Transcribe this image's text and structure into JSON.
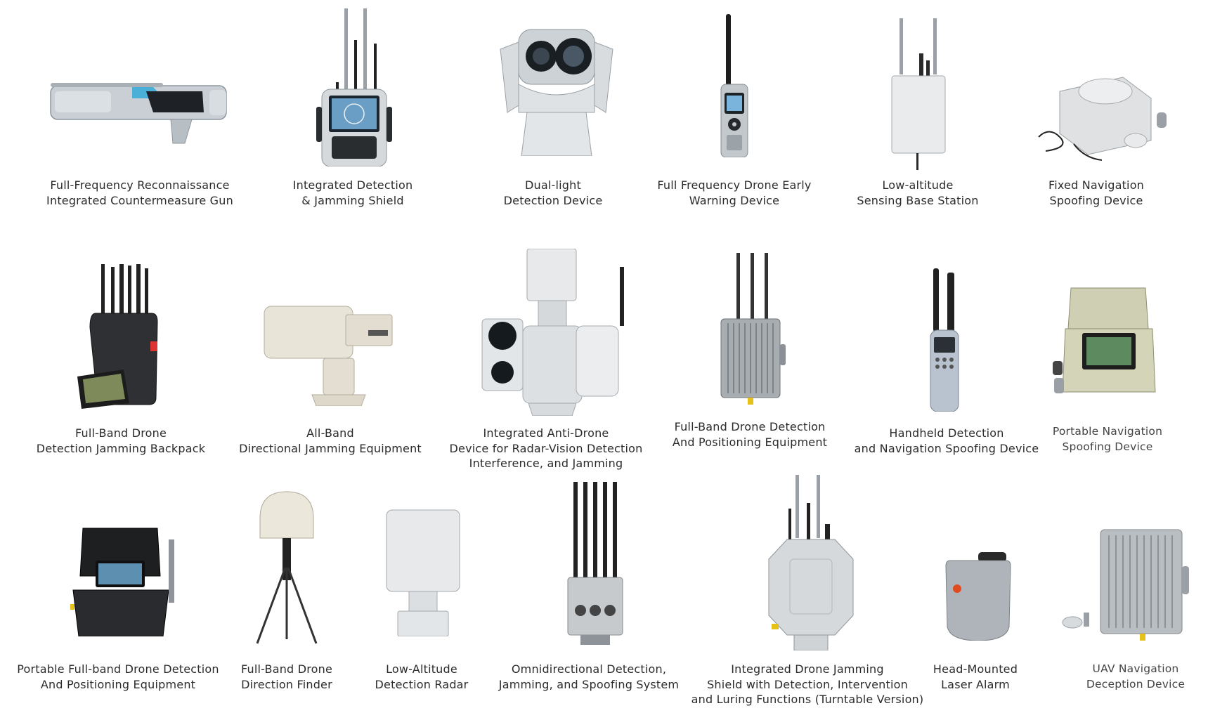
{
  "products": [
    {
      "id": "gun",
      "lines": [
        "Full-Frequency Reconnaissance",
        "Integrated Countermeasure Gun"
      ]
    },
    {
      "id": "shield",
      "lines": [
        "Integrated Detection",
        "& Jamming Shield"
      ]
    },
    {
      "id": "duallight",
      "lines": [
        "Dual-light",
        "Detection Device"
      ]
    },
    {
      "id": "warning",
      "lines": [
        "Full Frequency Drone Early",
        "Warning Device"
      ]
    },
    {
      "id": "basestation",
      "lines": [
        "Low-altitude",
        "Sensing Base Station"
      ]
    },
    {
      "id": "fixednav",
      "lines": [
        "Fixed Navigation",
        "Spoofing Device"
      ]
    },
    {
      "id": "backpack",
      "lines": [
        "Full-Band Drone",
        "Detection Jamming Backpack"
      ]
    },
    {
      "id": "directional",
      "lines": [
        "All-Band",
        "Directional Jamming Equipment"
      ]
    },
    {
      "id": "antidrone",
      "lines": [
        "Integrated Anti-Drone",
        "Device for Radar-Vision Detection",
        "Interference, and Jamming"
      ]
    },
    {
      "id": "positioning",
      "lines": [
        "Full-Band Drone Detection",
        "And Positioning Equipment"
      ]
    },
    {
      "id": "handheld",
      "lines": [
        "Handheld Detection",
        "and Navigation Spoofing Device"
      ]
    },
    {
      "id": "portablenav",
      "lines": [
        "Portable Navigation",
        "Spoofing Device"
      ]
    },
    {
      "id": "portablecase",
      "lines": [
        "Portable Full-band Drone Detection",
        "And Positioning Equipment"
      ]
    },
    {
      "id": "finder",
      "lines": [
        "Full-Band Drone",
        "Direction Finder"
      ]
    },
    {
      "id": "radar",
      "lines": [
        "Low-Altitude",
        "Detection Radar"
      ]
    },
    {
      "id": "omni",
      "lines": [
        "Omnidirectional Detection,",
        "Jamming, and Spoofing System"
      ]
    },
    {
      "id": "turntable",
      "lines": [
        "Integrated Drone Jamming",
        "Shield with Detection, Intervention",
        "and Luring Functions (Turntable Version)"
      ]
    },
    {
      "id": "laser",
      "lines": [
        "Head-Mounted",
        "Laser Alarm"
      ]
    },
    {
      "id": "uavnav",
      "lines": [
        "UAV Navigation",
        "Deception Device"
      ]
    }
  ]
}
